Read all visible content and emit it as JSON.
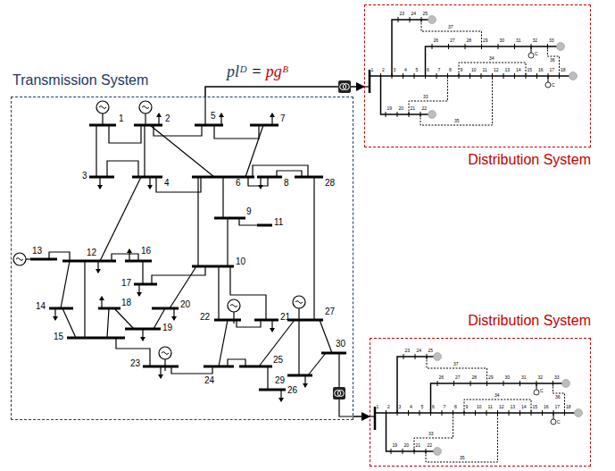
{
  "diagram": {
    "nodes": [
      {
        "text": [
          "Transmission System"
        ]
      },
      {
        "text": [
          "Distribution System"
        ]
      },
      {
        "text": [
          "Distribution System"
        ]
      }
    ],
    "edges": [
      {
        "from": 0,
        "to": 1,
        "arrow": "to",
        "label": "plᴰ = pgᴮ"
      },
      {
        "from": 0,
        "to": 2,
        "arrow": "to"
      }
    ],
    "labels": [
      "1",
      "2",
      "3",
      "4",
      "5",
      "6",
      "7",
      "8",
      "9",
      "10",
      "11",
      "12",
      "13",
      "14",
      "15",
      "16",
      "17",
      "18",
      "19",
      "20",
      "21",
      "22",
      "23",
      "24",
      "25",
      "26",
      "27",
      "28",
      "29",
      "30",
      "1",
      "2",
      "3",
      "4",
      "5",
      "6",
      "7",
      "8",
      "9",
      "10",
      "11",
      "12",
      "13",
      "14",
      "15",
      "16",
      "17",
      "18",
      "19",
      "20",
      "21",
      "22",
      "23",
      "24",
      "25",
      "26",
      "27",
      "28",
      "29",
      "30",
      "31",
      "32",
      "33",
      "33",
      "34",
      "35",
      "36",
      "37",
      "C",
      "C",
      "1",
      "2",
      "3",
      "4",
      "5",
      "6",
      "7",
      "8",
      "9",
      "10",
      "11",
      "12",
      "13",
      "14",
      "15",
      "16",
      "17",
      "18",
      "19",
      "20",
      "21",
      "22",
      "23",
      "24",
      "25",
      "26",
      "27",
      "28",
      "29",
      "30",
      "31",
      "32",
      "33",
      "33",
      "34",
      "35",
      "36",
      "37",
      "C",
      "C"
    ]
  }
}
